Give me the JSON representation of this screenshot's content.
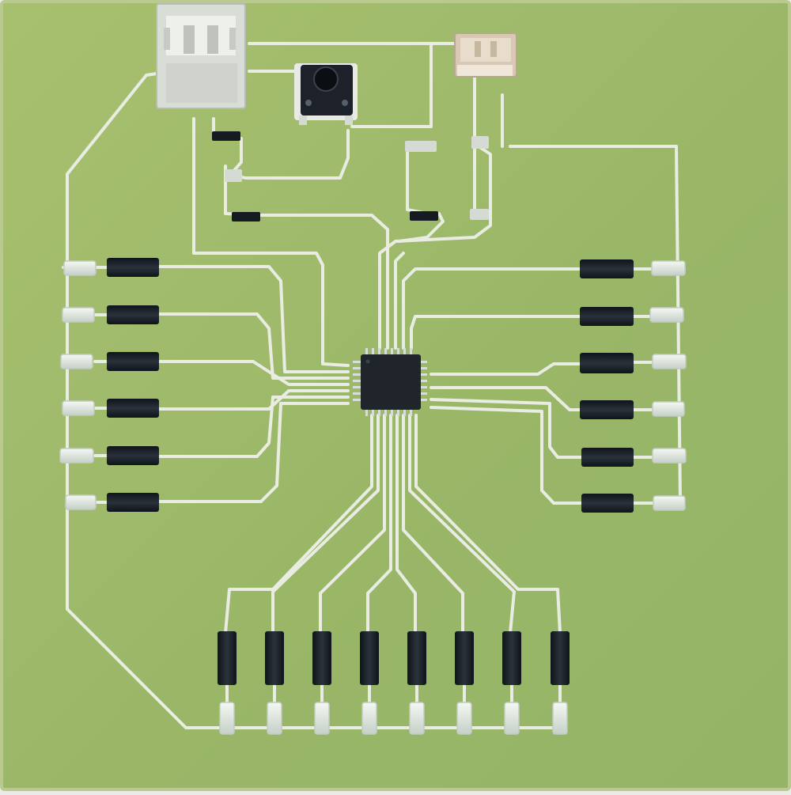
{
  "photo": {
    "subject": "",
    "colors": {
      "background": "#e9ebe4",
      "board": "#9db86a",
      "board_edge": "#b9c98f",
      "trace": "#e9ece3",
      "resistor": "#161b22",
      "led": "#dfe7e0",
      "chip": "#20252c",
      "connector": "#d9ddd7",
      "connector_tan": "#d8c8b4",
      "button": "#1d222a"
    },
    "left_resistors": 6,
    "right_resistors": 6,
    "bottom_resistors": 8
  }
}
